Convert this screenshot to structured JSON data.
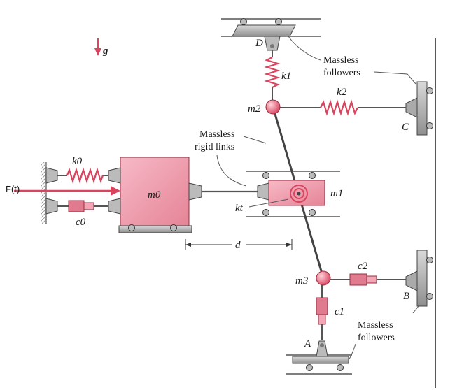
{
  "diagram": {
    "masses": {
      "m0": "m0",
      "m1": "m1",
      "m2": "m2",
      "m3": "m3"
    },
    "springs": {
      "k0": "k0",
      "k1": "k1",
      "k2": "k2",
      "kt": "kt"
    },
    "dampers": {
      "c0": "c0",
      "c1": "c1",
      "c2": "c2"
    },
    "points": {
      "A": "A",
      "B": "B",
      "C": "C",
      "D": "D"
    },
    "force": "F(t)",
    "gravity": "g",
    "distance": "d",
    "labels": {
      "followers_top_1": "Massless",
      "followers_top_2": "followers",
      "links_1": "Massless",
      "links_2": "rigid links",
      "followers_bottom_1": "Massless",
      "followers_bottom_2": "followers"
    },
    "colors": {
      "mass_fill": "#f3a6b6",
      "link": "#555555",
      "spring": "#d9455f",
      "wall": "#b9b9b9"
    }
  }
}
